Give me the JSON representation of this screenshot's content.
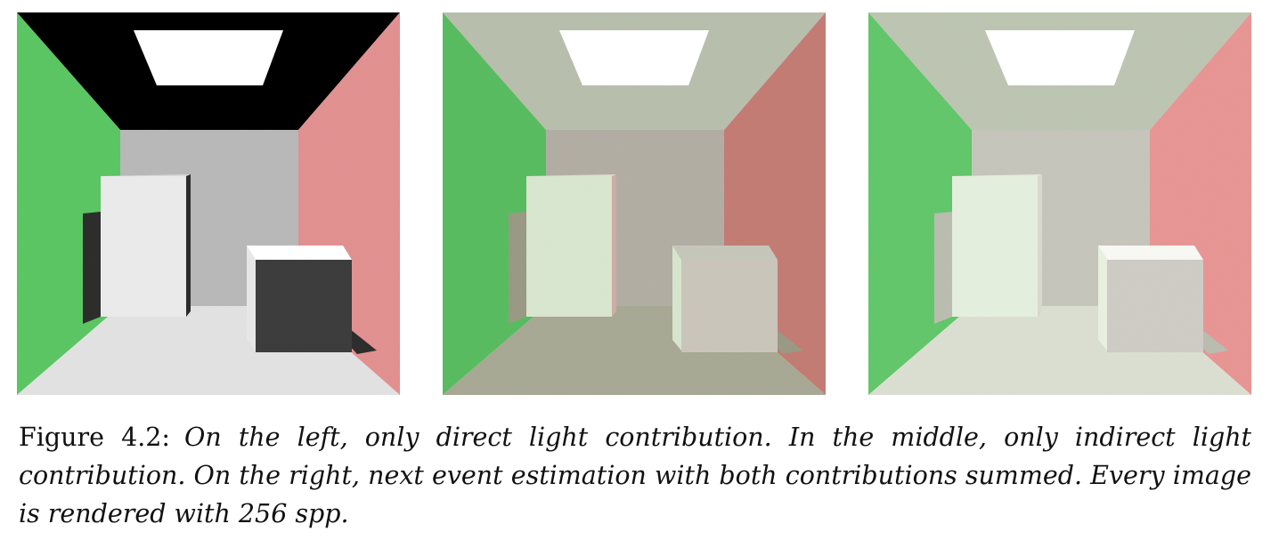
{
  "figure": {
    "panels": [
      {
        "id": "left",
        "palette": {
          "ceiling": "#000000",
          "light": "#ffffff",
          "back": "#b5b5b5",
          "leftWall": "#57c35f",
          "rightWall": "#e08c8c",
          "floor": "#e0e0e0",
          "tallFront": "#e9e9e9",
          "tallSide": "#2a2a2a",
          "tallTop": "#d8d8d8",
          "boxTop": "#ffffff",
          "boxFront": "#3a3a3a",
          "boxSide": "#e6e6e6",
          "shadow": "#2b2b2b"
        }
      },
      {
        "id": "middle",
        "palette": {
          "ceiling": "#b4bba8",
          "light": "#ffffff",
          "back": "#aea99f",
          "leftWall": "#55b85c",
          "rightWall": "#c0766e",
          "floor": "#a3a48f",
          "tallFront": "#d6e4cd",
          "tallSide": "#c9a9a2",
          "tallTop": "#dcdcd0",
          "boxTop": "#c2c4b6",
          "boxFront": "#c7c2b6",
          "boxSide": "#d5e3cb",
          "shadow": "#94947f"
        }
      },
      {
        "id": "right",
        "palette": {
          "ceiling": "#b9c2ae",
          "light": "#ffffff",
          "back": "#c2c2b8",
          "leftWall": "#5ec366",
          "rightWall": "#e5908e",
          "floor": "#d9ddce",
          "tallFront": "#e3eedc",
          "tallSide": "#d6d6cb",
          "tallTop": "#e6e8e0",
          "boxTop": "#f7f7f4",
          "boxFront": "#cbc9c1",
          "boxSide": "#e6efde",
          "shadow": "#b7b9ac"
        }
      }
    ],
    "caption": {
      "label": "Figure 4.2:",
      "text": "On the left, only direct light contribution. In the middle, only indirect light contribution. On the right, next event estimation with both contributions summed. Every image is rendered with 256 spp."
    }
  }
}
